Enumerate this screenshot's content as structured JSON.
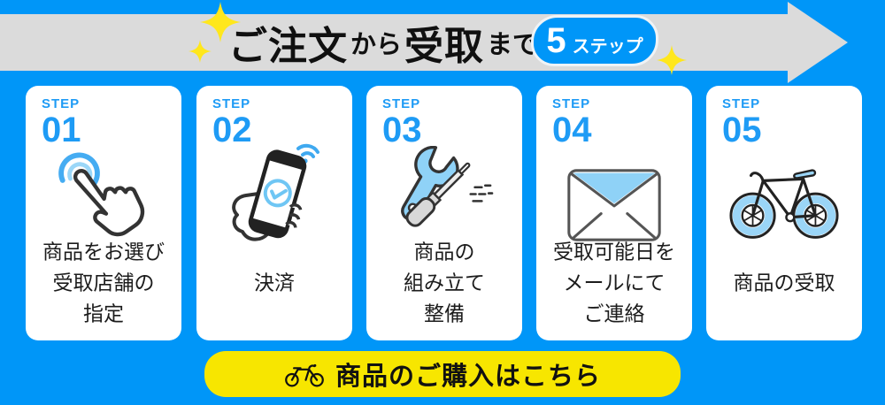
{
  "banner": {
    "title_part_1": "ご注文",
    "title_part_2": "から",
    "title_part_3": "受取",
    "title_part_4": "まで",
    "badge_number": "5",
    "badge_label": "ステップ"
  },
  "steps": [
    {
      "step_label": "STEP",
      "number": "01",
      "icon": "tap-hand-icon",
      "caption_lines": [
        "商品をお選び",
        "受取店舗の",
        "指定"
      ]
    },
    {
      "step_label": "STEP",
      "number": "02",
      "icon": "phone-payment-icon",
      "caption_lines": [
        "決済"
      ]
    },
    {
      "step_label": "STEP",
      "number": "03",
      "icon": "tools-icon",
      "caption_lines": [
        "商品の",
        "組み立て",
        "整備"
      ]
    },
    {
      "step_label": "STEP",
      "number": "04",
      "icon": "mail-icon",
      "caption_lines": [
        "受取可能日を",
        "メールにて",
        "ご連絡"
      ]
    },
    {
      "step_label": "STEP",
      "number": "05",
      "icon": "bicycle-icon",
      "caption_lines": [
        "商品の受取"
      ]
    }
  ],
  "cta": {
    "label": "商品のご購入はこちら",
    "icon": "bicycle-icon"
  },
  "colors": {
    "background_blue": "#0096F8",
    "accent_blue": "#1E9BF5",
    "band_gray": "#DBDBDB",
    "card_white": "#FFFFFF",
    "cta_yellow": "#F7E600",
    "sparkle_yellow": "#FFE71C",
    "icon_light_blue": "#8FD2F7",
    "icon_mid_blue": "#45ACF2",
    "text_black": "#111111"
  }
}
